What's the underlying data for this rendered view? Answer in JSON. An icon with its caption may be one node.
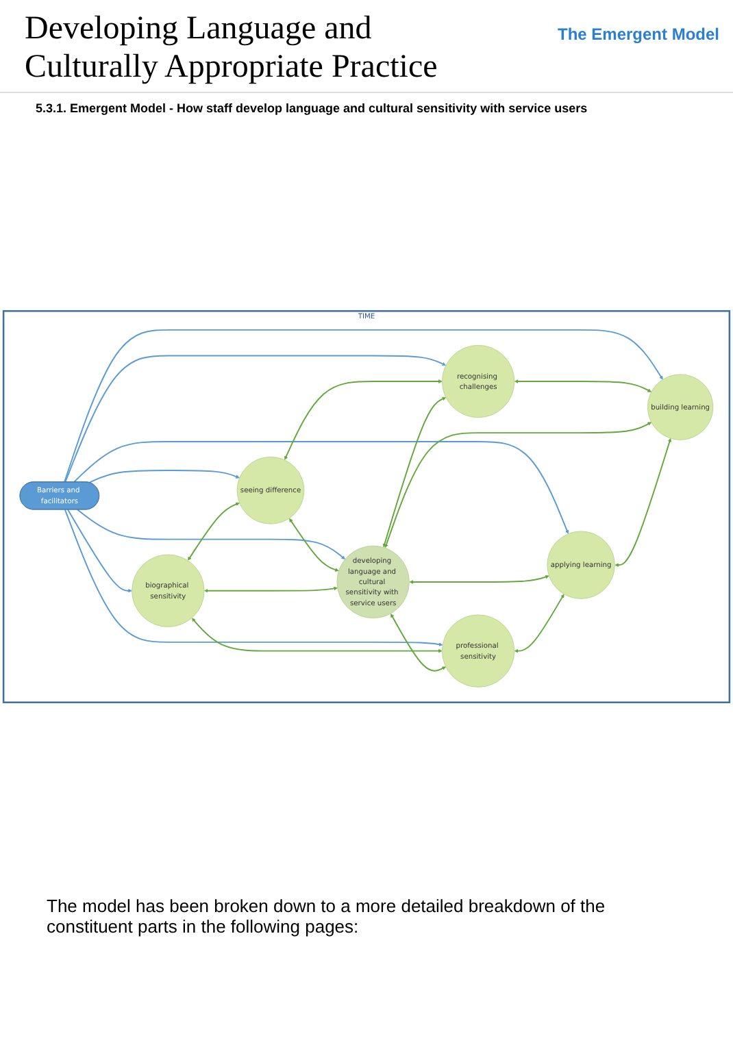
{
  "diagram": {
    "title": "Developing Language and Culturally Appropriate Practice",
    "nodes": [
      {
        "text": [
          "TIME"
        ]
      },
      {
        "text": [
          "Barriers and facilitators"
        ],
        "in": 0
      },
      {
        "text": [
          "biographical sensitivity"
        ],
        "in": 0
      },
      {
        "text": [
          "seeing difference"
        ],
        "in": 0
      },
      {
        "text": [
          "recognising challenges"
        ],
        "in": 0
      },
      {
        "text": [
          "developing language and cultural sensitivity with service users"
        ],
        "in": 0
      },
      {
        "text": [
          "professional sensitivity"
        ],
        "in": 0
      },
      {
        "text": [
          "building learning"
        ],
        "in": 0
      },
      {
        "text": [
          "applying learning"
        ],
        "in": 0
      }
    ],
    "edges": [
      {
        "from": 1,
        "to": 2,
        "arrow": "to",
        "color": "#5b9bd5"
      },
      {
        "from": 1,
        "to": 3,
        "arrow": "to",
        "color": "#5b9bd5"
      },
      {
        "from": 1,
        "to": 6,
        "arrow": "to",
        "color": "#5b9bd5"
      },
      {
        "from": 1,
        "to": 5,
        "arrow": "to",
        "color": "#5b9bd5"
      },
      {
        "from": 1,
        "to": 8,
        "arrow": "to",
        "color": "#5b9bd5"
      },
      {
        "from": 1,
        "to": 4,
        "arrow": "to",
        "color": "#5b9bd5"
      },
      {
        "from": 1,
        "to": 7,
        "arrow": "to",
        "color": "#5b9bd5"
      },
      {
        "from": 2,
        "to": 3,
        "arrow": "both"
      },
      {
        "from": 3,
        "to": 4,
        "arrow": "both"
      },
      {
        "from": 3,
        "to": 5,
        "arrow": "both"
      },
      {
        "from": 2,
        "to": 5,
        "arrow": "both"
      },
      {
        "from": 5,
        "to": 4,
        "arrow": "both"
      },
      {
        "from": 2,
        "to": 6,
        "arrow": "both"
      },
      {
        "from": 4,
        "to": 7,
        "arrow": "both"
      },
      {
        "from": 5,
        "to": 6,
        "arrow": "both"
      },
      {
        "from": 5,
        "to": 7,
        "arrow": "both"
      },
      {
        "from": 5,
        "to": 8,
        "arrow": "both"
      },
      {
        "from": 6,
        "to": 8,
        "arrow": "both"
      },
      {
        "from": 8,
        "to": 7,
        "arrow": "both"
      }
    ],
    "labels": [
      "The Emergent Model",
      "5.3.1. Emergent Model - How staff develop language and cultural sensitivity with service users",
      "The model has been broken down to a more detailed breakdown of the constituent parts in the following pages:"
    ]
  }
}
